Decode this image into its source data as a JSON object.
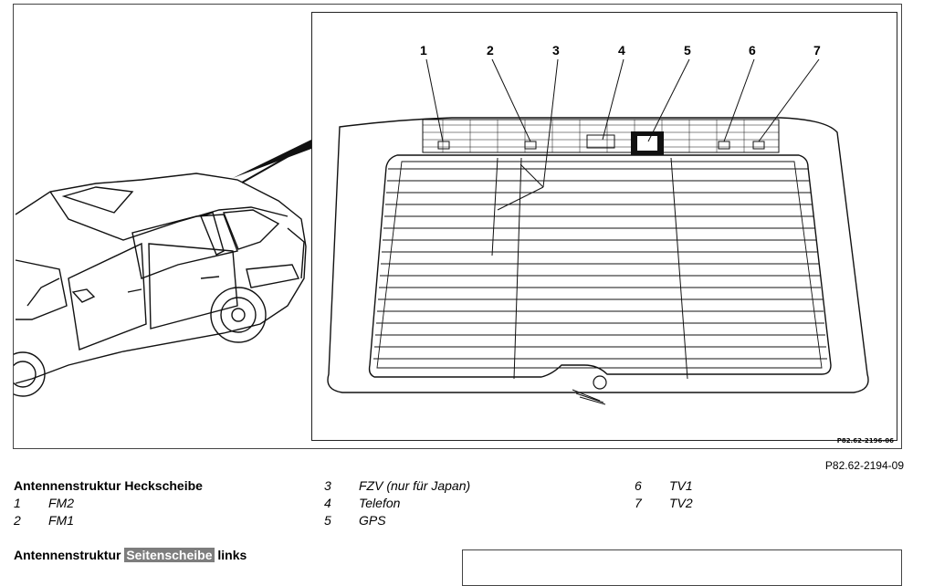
{
  "figure": {
    "callouts": [
      "1",
      "2",
      "3",
      "4",
      "5",
      "6",
      "7"
    ],
    "drawing_id": "P82.62-2196-06",
    "figure_ref": "P82.62-2194-09"
  },
  "legend": {
    "title": "Antennenstruktur Heckscheibe",
    "items": [
      {
        "num": "1",
        "text": "FM2"
      },
      {
        "num": "2",
        "text": "FM1"
      },
      {
        "num": "3",
        "text": "FZV (nur für Japan)"
      },
      {
        "num": "4",
        "text": "Telefon"
      },
      {
        "num": "5",
        "text": "GPS"
      },
      {
        "num": "6",
        "text": "TV1"
      },
      {
        "num": "7",
        "text": "TV2"
      }
    ]
  },
  "section2": {
    "title_before": "Antennenstruktur ",
    "title_highlight": "Seitenscheibe",
    "title_after": " links"
  }
}
